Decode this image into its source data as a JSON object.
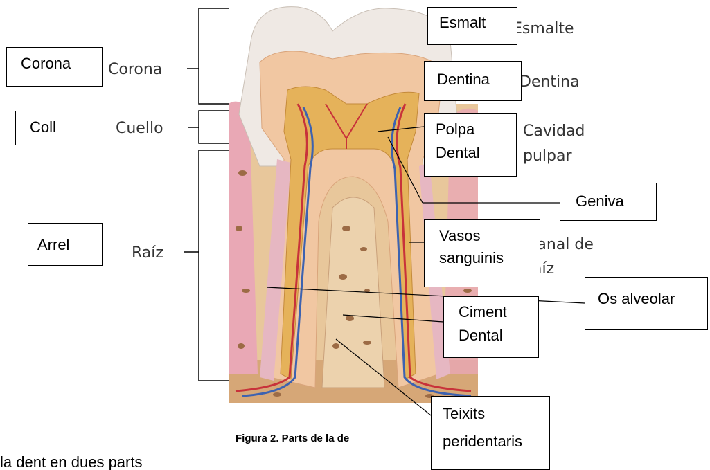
{
  "figure": {
    "caption": "Figura 2. Parts de la de",
    "bottom_fragment": "la dent en dues parts"
  },
  "spanish_labels": {
    "corona": "Corona",
    "cuello": "Cuello",
    "raiz": "Raíz",
    "esmalte": "Esmalte",
    "dentina": "Dentina",
    "cavidad_1": "Cavidad",
    "cavidad_2": "pulpar",
    "canal_1": "Canal de",
    "canal_2": "raíz"
  },
  "catalan_labels": {
    "corona": "Corona",
    "coll": "Coll",
    "arrel": "Arrel",
    "esmalt": "Esmalt",
    "dentina": "Dentina",
    "polpa_1": "Polpa",
    "polpa_2": "Dental",
    "geniva": "Geniva",
    "vasos_1": "Vasos",
    "vasos_2": "sanguinis",
    "os_alveolar": "Os alveolar",
    "ciment_1": "Ciment",
    "ciment_2": "Dental",
    "teixits_1": "Teixits",
    "teixits_2": "peridentaris"
  },
  "colors": {
    "enamel": "#efe9e4",
    "dentin": "#f1c7a2",
    "pulp": "#e5b25a",
    "bone": "#e8c79b",
    "gum": "#e9a8b5",
    "artery": "#c8323a",
    "vein": "#3d62b0"
  }
}
